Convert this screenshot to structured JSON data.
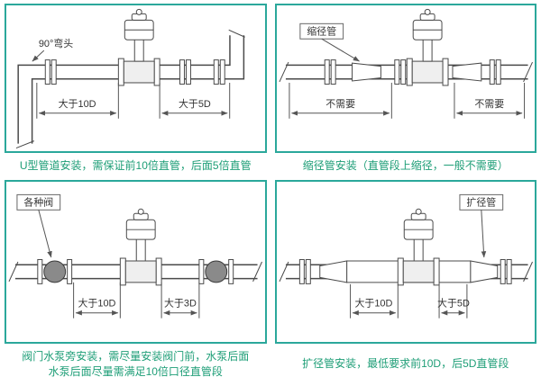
{
  "colors": {
    "panel_border": "#2BA89B",
    "caption_text": "#1E9E77"
  },
  "panels": [
    {
      "name": "u-pipe-installation",
      "labels": {
        "elbow": "90°弯头",
        "dim_left": "大于10D",
        "dim_right": "大于5D"
      },
      "caption": "U型管道安装，需保证前10倍直管，后面5倍直管"
    },
    {
      "name": "reducer-installation",
      "labels": {
        "fitting": "缩径管",
        "dim_left": "不需要",
        "dim_right": "不需要"
      },
      "caption": "缩径管安装（直管段上缩径，一般不需要）"
    },
    {
      "name": "valve-pump-installation",
      "labels": {
        "fitting": "各种阀",
        "dim_left": "大于10D",
        "dim_right": "大于3D"
      },
      "caption_line1": "阀门水泵旁安装，需尽量安装阀门前，水泵后面",
      "caption_line2": "水泵后面尽量需满足10倍口径直管段"
    },
    {
      "name": "expander-installation",
      "labels": {
        "fitting": "扩径管",
        "dim_left": "大于10D",
        "dim_right": "大于5D"
      },
      "caption": "扩径管安装，最低要求前10D，后5D直管段"
    }
  ]
}
